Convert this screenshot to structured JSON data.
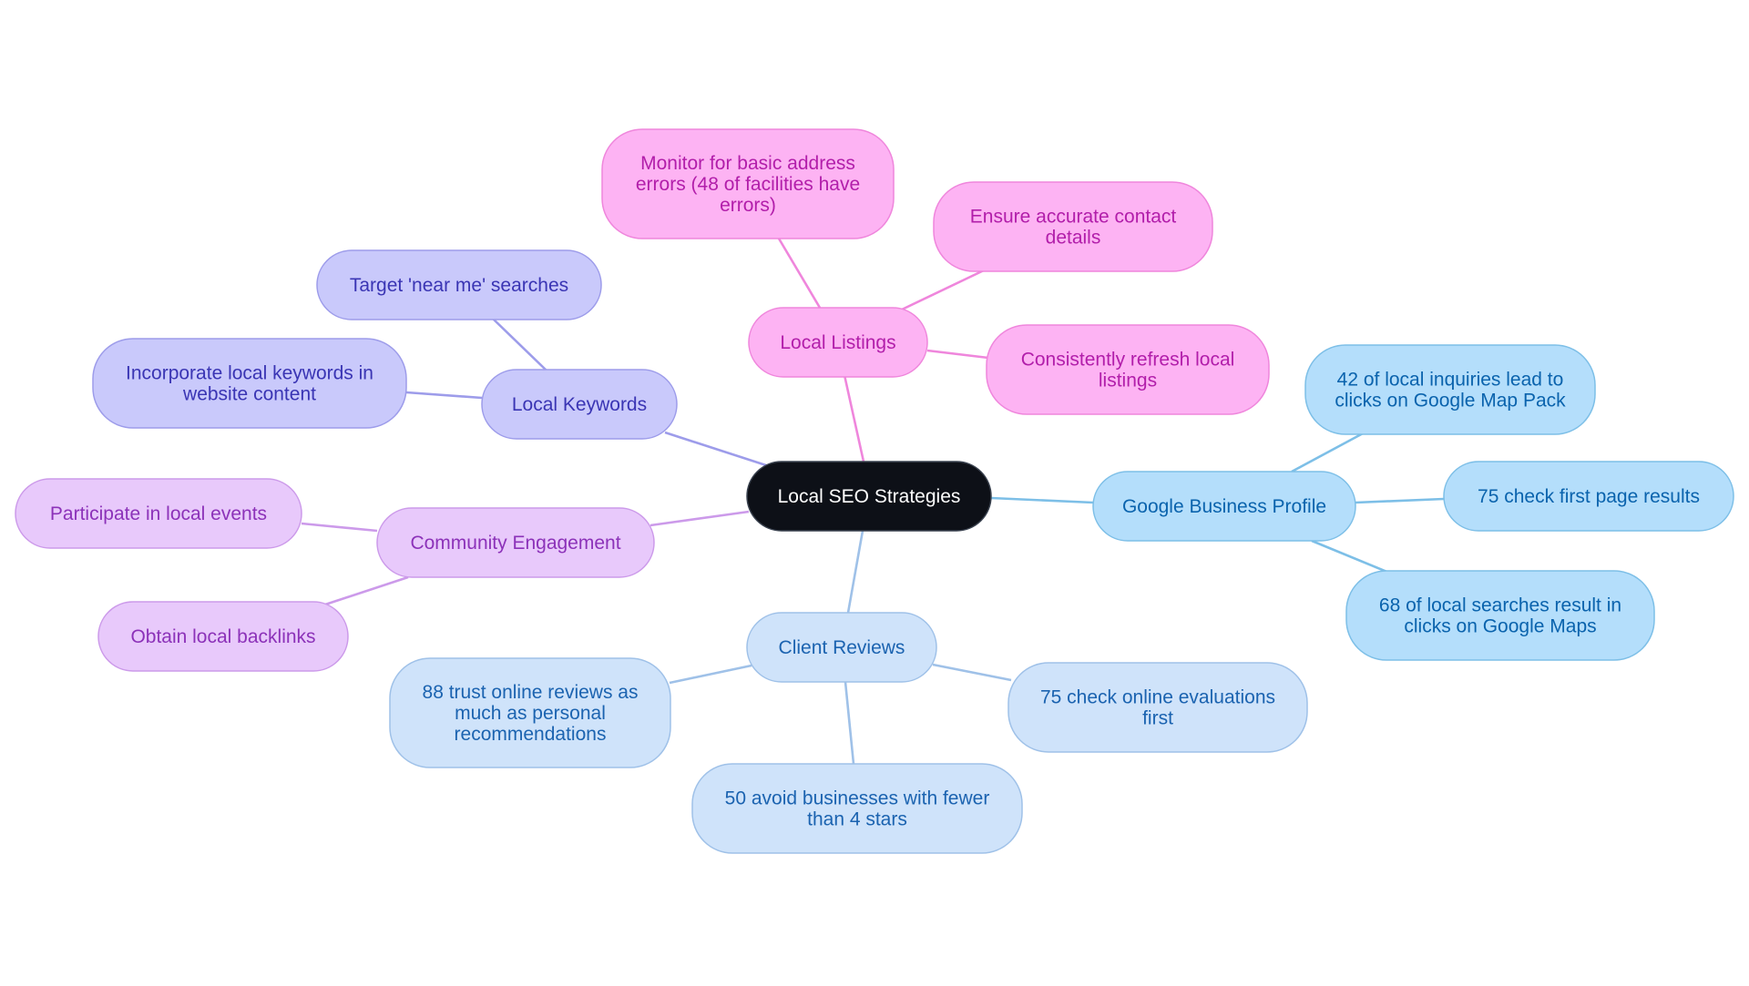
{
  "mindmap": {
    "root": {
      "label": "Local SEO Strategies"
    },
    "branches": [
      {
        "key": "local-keywords",
        "label": "Local Keywords",
        "colors": {
          "fill": "#c9c9fb",
          "stroke": "#9d9cea",
          "text": "#3a35b4",
          "edge": "#9d9cea"
        },
        "children": [
          {
            "key": "near-me",
            "label": "Target 'near me' searches"
          },
          {
            "key": "local-keywords-content",
            "label": "Incorporate local keywords in website content"
          }
        ]
      },
      {
        "key": "local-listings",
        "label": "Local Listings",
        "colors": {
          "fill": "#fdb3f3",
          "stroke": "#ef86dc",
          "text": "#b21eaa",
          "edge": "#ef86dc"
        },
        "children": [
          {
            "key": "address-errors",
            "label": "Monitor for basic address errors (48 of facilities have errors)"
          },
          {
            "key": "contact-details",
            "label": "Ensure accurate contact details"
          },
          {
            "key": "refresh-listings",
            "label": "Consistently refresh local listings"
          }
        ]
      },
      {
        "key": "google-business-profile",
        "label": "Google Business Profile",
        "colors": {
          "fill": "#b4defb",
          "stroke": "#7dbfe7",
          "text": "#0a63ad",
          "edge": "#7dbfe7"
        },
        "children": [
          {
            "key": "map-pack",
            "label": "42 of local inquiries lead to clicks on Google Map Pack"
          },
          {
            "key": "first-page",
            "label": "75 check first page results"
          },
          {
            "key": "google-maps",
            "label": "68 of local searches result in clicks on Google Maps"
          }
        ]
      },
      {
        "key": "client-reviews",
        "label": "Client Reviews",
        "colors": {
          "fill": "#cfe3fa",
          "stroke": "#9fc1e8",
          "text": "#1b63b0",
          "edge": "#9fc1e8"
        },
        "children": [
          {
            "key": "trust-reviews",
            "label": "88 trust online reviews as much as personal recommendations"
          },
          {
            "key": "avoid-businesses",
            "label": "50 avoid businesses with fewer than 4 stars"
          },
          {
            "key": "check-evaluations",
            "label": "75 check online evaluations first"
          }
        ]
      },
      {
        "key": "community-engagement",
        "label": "Community Engagement",
        "colors": {
          "fill": "#e8c9fb",
          "stroke": "#cc9aea",
          "text": "#8c32b9",
          "edge": "#cc9aea"
        },
        "children": [
          {
            "key": "local-events",
            "label": "Participate in local events"
          },
          {
            "key": "local-backlinks",
            "label": "Obtain local backlinks"
          }
        ]
      }
    ],
    "colors": {
      "root_fill": "#0d1017",
      "root_stroke": "#3b4350",
      "root_text": "#ffffff",
      "background": "#ffffff"
    }
  }
}
